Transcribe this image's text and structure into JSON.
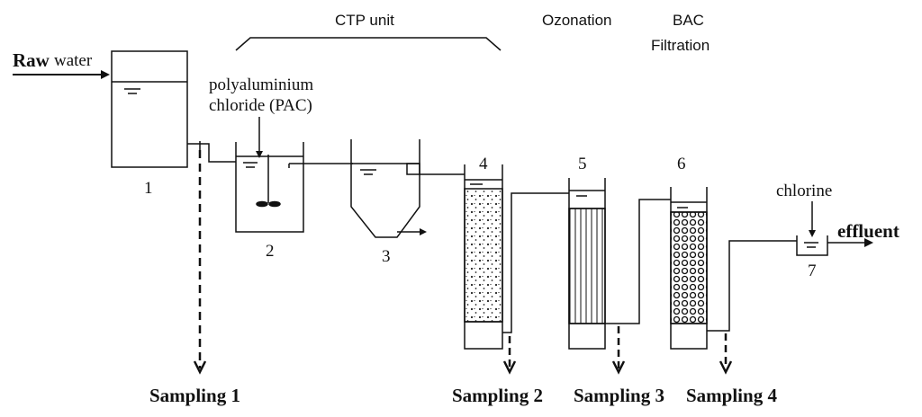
{
  "labels": {
    "raw": "Raw",
    "water": "water",
    "ctp_unit": "CTP unit",
    "ozonation": "Ozonation",
    "bac": "BAC",
    "filtration": "Filtration",
    "pac_line1": "polyaluminium",
    "pac_line2": "chloride (PAC)",
    "chlorine": "chlorine",
    "effluent": "effluent"
  },
  "unit_numbers": [
    "1",
    "2",
    "3",
    "4",
    "5",
    "6",
    "7"
  ],
  "sampling": [
    "Sampling 1",
    "Sampling 2",
    "Sampling 3",
    "Sampling 4"
  ]
}
